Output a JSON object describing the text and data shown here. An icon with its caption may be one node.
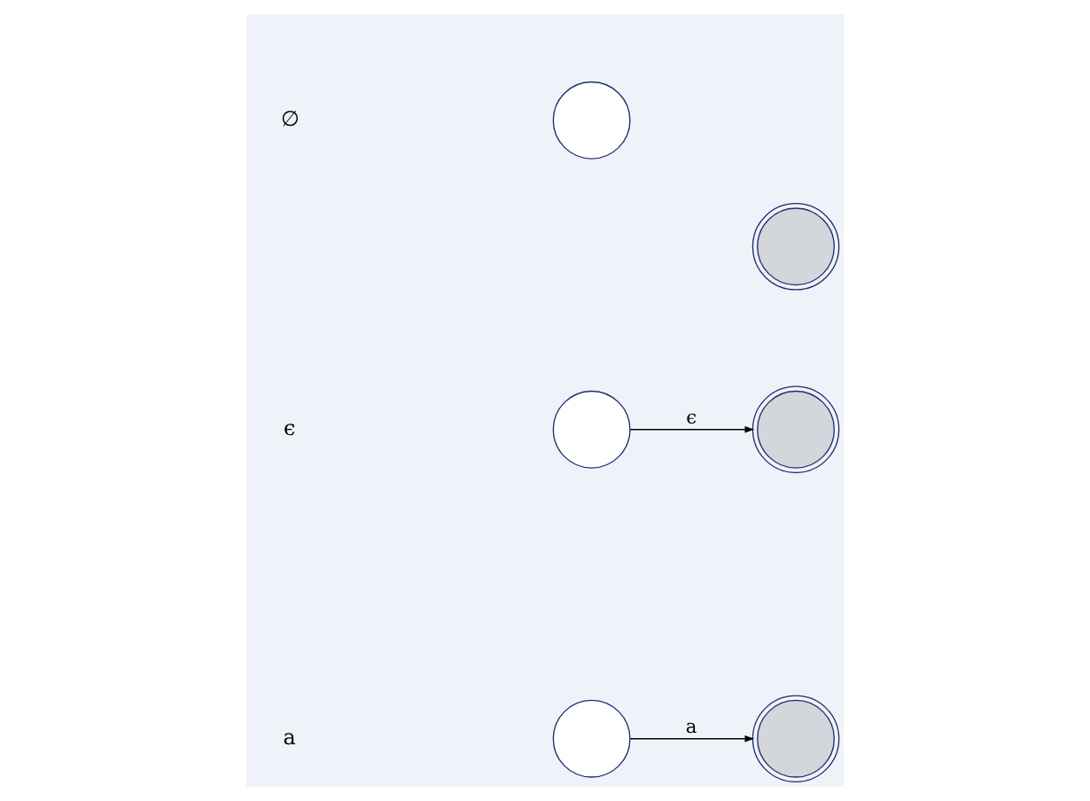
{
  "diagram": {
    "nodes": [
      {
        "text": [],
        "shape": "circle"
      },
      {
        "text": [],
        "shape": "doublecircle"
      },
      {
        "text": [],
        "shape": "circle"
      },
      {
        "text": [],
        "shape": "doublecircle"
      },
      {
        "text": [],
        "shape": "circle"
      },
      {
        "text": [],
        "shape": "doublecircle"
      }
    ],
    "edges": [
      {
        "from": 2,
        "to": 3,
        "arrow": "to",
        "label": "ϵ"
      },
      {
        "from": 4,
        "to": 5,
        "arrow": "to",
        "label": "a"
      }
    ],
    "labels": [
      "∅",
      "ϵ",
      "a"
    ]
  }
}
